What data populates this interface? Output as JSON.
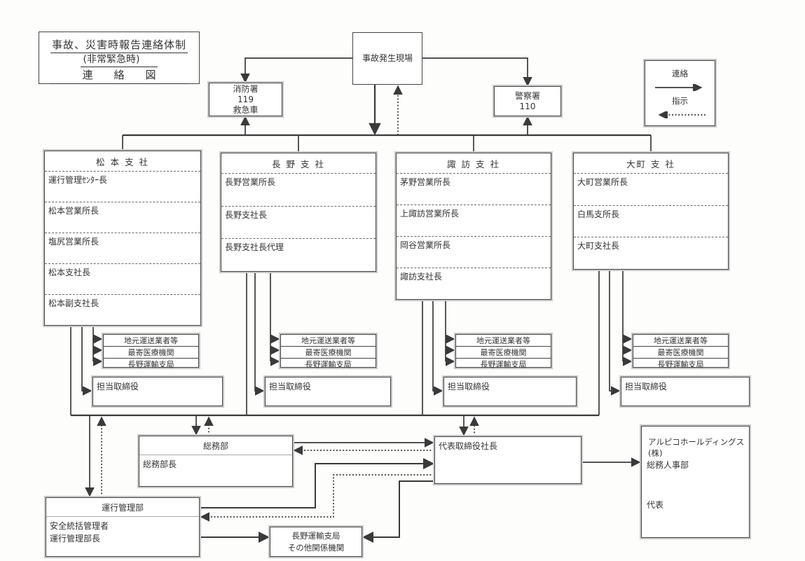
{
  "colors": {
    "ink": "#3a3a3a",
    "paper": "#fdfdfc",
    "box_shadow": "#c6c6c6"
  },
  "title_box": {
    "line1": "事故、災害時報告連絡体制",
    "line2": "(非常緊急時)",
    "line3": "連　　絡　　図"
  },
  "accident_site": {
    "label": "事故発生現場"
  },
  "fire_station": {
    "name": "消防署",
    "number": "119",
    "note": "救急車"
  },
  "police_station": {
    "name": "警察署",
    "number": "110"
  },
  "legend": {
    "contact_label": "連絡",
    "instruction_label": "指示"
  },
  "branches": [
    {
      "name": "松 本 支 社",
      "members": [
        "運行管理ｾﾝﾀｰ長",
        "松本営業所長",
        "塩尻営業所長",
        "松本支社長",
        "松本副支社長"
      ]
    },
    {
      "name": "長 野 支 社",
      "members": [
        "長野営業所長",
        "長野支社長",
        "長野支社長代理"
      ]
    },
    {
      "name": "諏 訪 支 社",
      "members": [
        "茅野営業所長",
        "上諏訪営業所長",
        "岡谷営業所長",
        "諏訪支社長"
      ]
    },
    {
      "name": "大町 支 社",
      "members": [
        "大町営業所長",
        "白馬支所長",
        "大町支社長"
      ]
    }
  ],
  "external_contacts": [
    "地元運送業者等",
    "最寄医療機関",
    "長野運輸支局"
  ],
  "director": {
    "label": "担当取締役"
  },
  "general_affairs": {
    "title": "総務部",
    "member": "総務部長"
  },
  "president": {
    "label": "代表取締役社長"
  },
  "holdings": {
    "title": "アルピコホールディングス(株)",
    "dept": "総務人事部",
    "rep": "代表"
  },
  "operation_mgmt": {
    "title": "運行管理部",
    "member1": "安全統括管理者",
    "member2": "運行管理部長"
  },
  "nagano_transport": {
    "line1": "長野運輸支局",
    "line2": "その他関係機関"
  }
}
